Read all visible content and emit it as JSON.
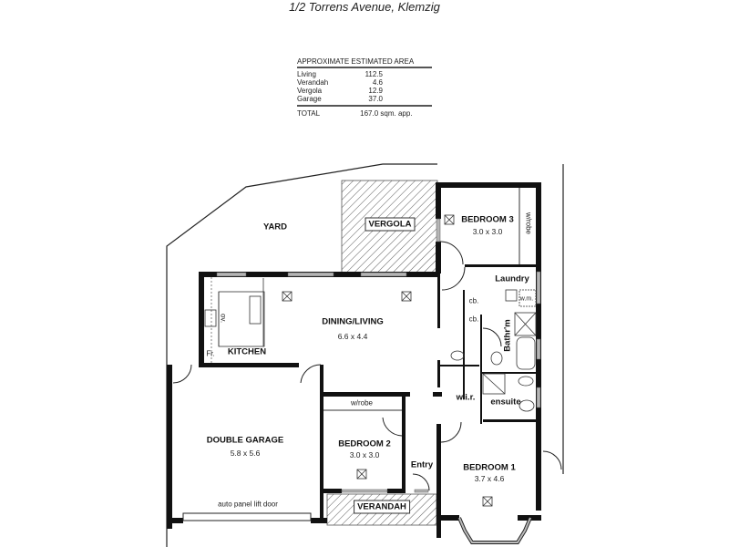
{
  "title": "1/2 Torrens Avenue, Klemzig",
  "area_table": {
    "heading": "APPROXIMATE ESTIMATED AREA",
    "rows": [
      {
        "label": "Living",
        "value": "112.5"
      },
      {
        "label": "Verandah",
        "value": "4.6"
      },
      {
        "label": "Vergola",
        "value": "12.9"
      },
      {
        "label": "Garage",
        "value": "37.0"
      }
    ],
    "total_label": "TOTAL",
    "total_value": "167.0 sqm. app."
  },
  "rooms": {
    "yard": {
      "name": "YARD"
    },
    "vergola": {
      "name": "VERGOLA"
    },
    "bedroom3": {
      "name": "BEDROOM 3",
      "dims": "3.0 x 3.0"
    },
    "laundry": {
      "name": "Laundry"
    },
    "dining_living": {
      "name": "DINING/LIVING",
      "dims": "6.6 x 4.4"
    },
    "kitchen": {
      "name": "KITCHEN"
    },
    "bathroom": {
      "name": "Bathr'm"
    },
    "wir": {
      "name": "w.i.r."
    },
    "ensuite": {
      "name": "ensuite"
    },
    "double_garage": {
      "name": "DOUBLE GARAGE",
      "dims": "5.8 x 5.6"
    },
    "bedroom2": {
      "name": "BEDROOM 2",
      "dims": "3.0 x 3.0"
    },
    "entry": {
      "name": "Entry"
    },
    "bedroom1": {
      "name": "BEDROOM 1",
      "dims": "3.7 x 4.6"
    },
    "verandah": {
      "name": "VERANDAH"
    }
  },
  "fixtures": {
    "wrobe_bed3": "w/robe",
    "wrobe_bed2": "w/robe",
    "cb1": "cb.",
    "cb2": "cb.",
    "wm": "w.m.",
    "oven": "ov.",
    "fridge": "Fr.",
    "garage_door": "auto panel lift door"
  },
  "colors": {
    "wall": "#111111",
    "window": "#b5b5b5",
    "hatch": "#555555",
    "background": "#ffffff"
  }
}
